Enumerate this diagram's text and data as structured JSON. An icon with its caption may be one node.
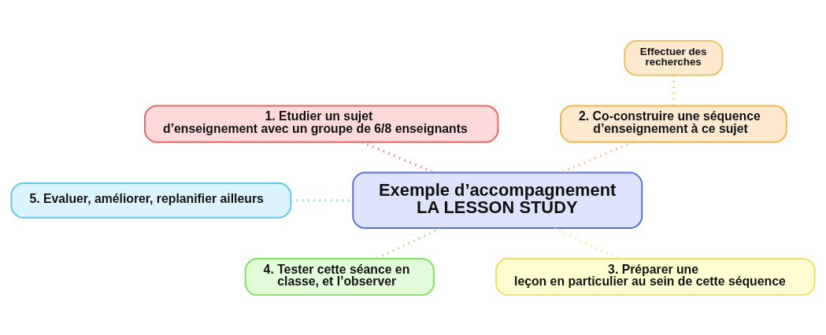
{
  "diagram": {
    "nodes": [
      {
        "text": [
          "Exemple d’accompagnement LA LESSON STUDY"
        ]
      },
      {
        "text": [
          "1. Etudier un sujet d’enseignement avec un groupe de 6/8 enseignants"
        ]
      },
      {
        "text": [
          "2. Co-construire une séquence d’enseignement à ce sujet"
        ]
      },
      {
        "text": [
          "Effectuer des recherches"
        ]
      },
      {
        "text": [
          "3. Préparer une leçon en particulier au sein de cette séquence"
        ]
      },
      {
        "text": [
          "4. Tester cette séance en classe, et l’observer"
        ]
      },
      {
        "text": [
          "5. Evaluer, améliorer, replanifier ailleurs"
        ]
      }
    ],
    "edges": [
      {
        "from": 1,
        "to": 0,
        "arrow": "none",
        "style": "dashed",
        "color": "#e06666"
      },
      {
        "from": 2,
        "to": 0,
        "arrow": "none",
        "style": "dashed",
        "color": "#f0b450"
      },
      {
        "from": 3,
        "to": 2,
        "arrow": "none",
        "style": "dashed",
        "color": "#f0bc5c"
      },
      {
        "from": 0,
        "to": 4,
        "arrow": "none",
        "style": "dashed",
        "color": "#f0e068"
      },
      {
        "from": 0,
        "to": 5,
        "arrow": "none",
        "style": "dashed",
        "color": "#80e060"
      },
      {
        "from": 6,
        "to": 0,
        "arrow": "none",
        "style": "dashed",
        "color": "#60c8e8"
      }
    ]
  }
}
